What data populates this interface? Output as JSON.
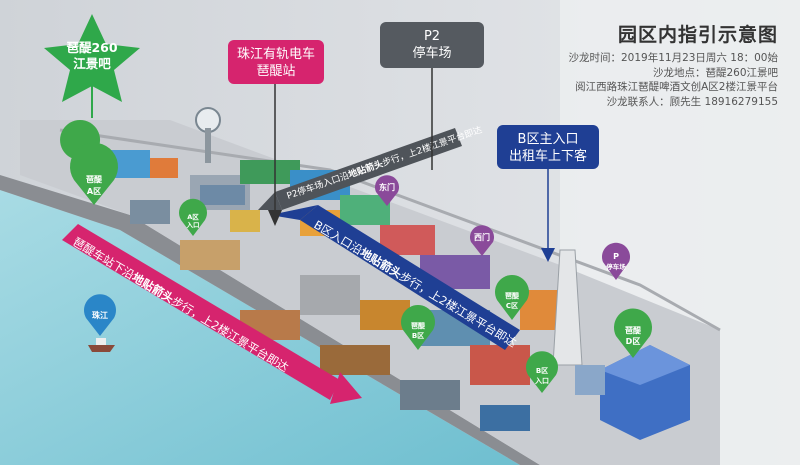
{
  "info": {
    "title": "园区内指引示意图",
    "time": "沙龙时间：2019年11月23日周六 18：00始",
    "location": "沙龙地点：琶醍260江景吧",
    "address": "阅江西路珠江琶醍啤酒文创A区2楼江景平台",
    "contact": "沙龙联系人：顾先生 18916279155"
  },
  "star": {
    "line1": "琶醍260",
    "line2": "江景吧"
  },
  "callouts": {
    "tram": {
      "line1": "珠江有轨电车",
      "line2": "琶醍站"
    },
    "p2": {
      "line1": "P2",
      "line2": "停车场"
    },
    "b_entrance": {
      "line1": "B区主入口",
      "line2": "出租车上下客"
    }
  },
  "arrows": {
    "tram_route": {
      "prefix": "琶醍车站下沿",
      "bold": "地贴箭头",
      "suffix": "步行，上2楼江景平台即达"
    },
    "b_route": {
      "prefix": "B区入口沿",
      "bold": "地贴箭头",
      "suffix": "步行，上2楼江景平台即达"
    },
    "p2_route": {
      "prefix": "P2停车场入口沿",
      "bold": "地贴箭头",
      "suffix": "步行，上2楼江景平台即达"
    }
  },
  "pins": {
    "a_zone": {
      "line1": "琶醍",
      "line2": "A区"
    },
    "b_zone": {
      "line1": "琶醍",
      "line2": "B区"
    },
    "c_zone": {
      "line1": "琶醍",
      "line2": "C区"
    },
    "d_zone": {
      "line1": "琶醍",
      "line2": "D区"
    },
    "a_entry": {
      "line1": "A区",
      "line2": "入口"
    },
    "b_entry": {
      "line1": "B区",
      "line2": "入口"
    },
    "east_gate": "东门",
    "west_gate": "西门",
    "river": "珠江",
    "parking_p": "P",
    "parking_label": "停车场"
  },
  "colors": {
    "tram_pink": "#d6246e",
    "p2_gray": "#555a60",
    "b_blue": "#1f3f94",
    "star_green": "#2fa84a",
    "river": "#7fc7d6"
  }
}
